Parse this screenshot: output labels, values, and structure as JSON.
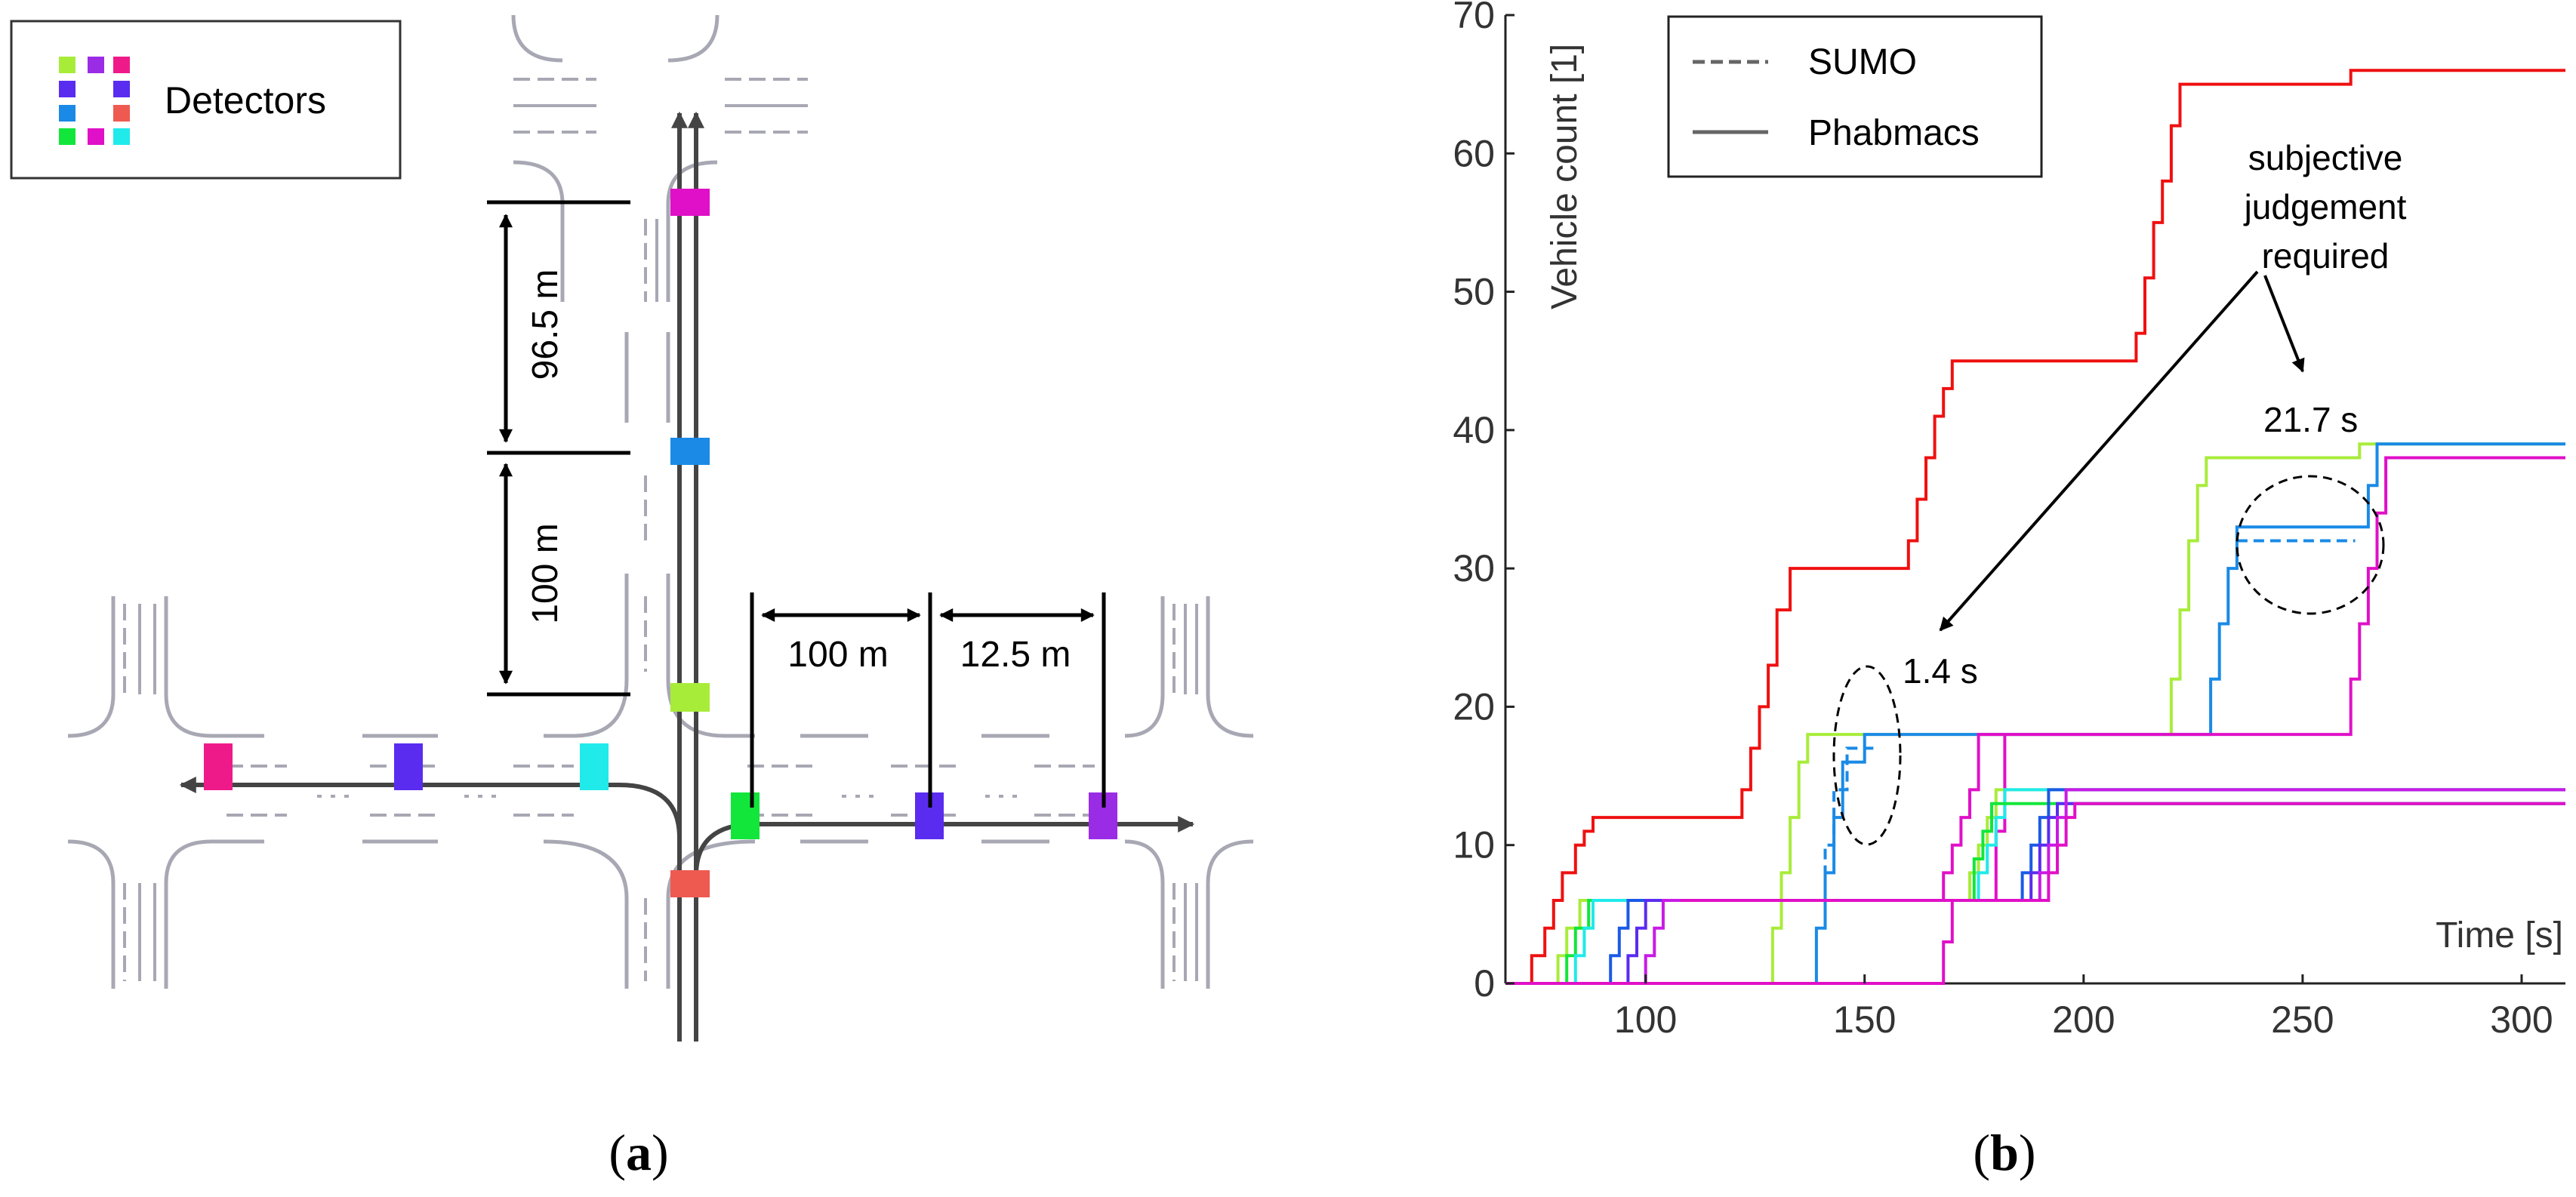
{
  "panel_a": {
    "legend": {
      "label": "Detectors"
    },
    "dimensions": {
      "dim1": "96.5 m",
      "dim2": "100 m",
      "dim3": "100 m",
      "dim4": "12.5 m"
    },
    "caption_letter": "a",
    "detector_colors": {
      "magenta": "#e010c8",
      "blue": "#1a8ae6",
      "lime": "#a8ec3a",
      "salmon": "#ef5a50",
      "green": "#12e63a",
      "violet": "#5a2cf0",
      "purple": "#9a2ce6",
      "pink": "#ef1a8a",
      "cyan": "#20eaea"
    }
  },
  "panel_b": {
    "caption_letter": "b",
    "legend": {
      "dashed": "SUMO",
      "solid": "Phabmacs"
    },
    "annotations": {
      "judgement": [
        "subjective",
        "judgement",
        "required"
      ],
      "t1": "1.4 s",
      "t2": "21.7 s"
    }
  },
  "chart_data": {
    "type": "line",
    "xlabel": "Time [s]",
    "ylabel": "Vehicle count [1]",
    "xlim": [
      68,
      310
    ],
    "ylim": [
      0,
      70
    ],
    "x_ticks": [
      100,
      150,
      200,
      250,
      300
    ],
    "y_ticks": [
      0,
      10,
      20,
      30,
      40,
      50,
      60,
      70
    ],
    "series": [
      {
        "color": "#ef1010",
        "points": [
          [
            68,
            0
          ],
          [
            74,
            0
          ],
          [
            74,
            2
          ],
          [
            77,
            2
          ],
          [
            77,
            4
          ],
          [
            79,
            4
          ],
          [
            79,
            6
          ],
          [
            81,
            6
          ],
          [
            81,
            8
          ],
          [
            84,
            8
          ],
          [
            84,
            10
          ],
          [
            86,
            10
          ],
          [
            86,
            11
          ],
          [
            88,
            11
          ],
          [
            88,
            12
          ],
          [
            122,
            12
          ],
          [
            122,
            14
          ],
          [
            124,
            14
          ],
          [
            124,
            17
          ],
          [
            126,
            17
          ],
          [
            126,
            20
          ],
          [
            128,
            20
          ],
          [
            128,
            23
          ],
          [
            130,
            23
          ],
          [
            130,
            27
          ],
          [
            133,
            27
          ],
          [
            133,
            30
          ],
          [
            160,
            30
          ],
          [
            160,
            32
          ],
          [
            162,
            32
          ],
          [
            162,
            35
          ],
          [
            164,
            35
          ],
          [
            164,
            38
          ],
          [
            166,
            38
          ],
          [
            166,
            41
          ],
          [
            168,
            41
          ],
          [
            168,
            43
          ],
          [
            170,
            43
          ],
          [
            170,
            45
          ],
          [
            212,
            45
          ],
          [
            212,
            47
          ],
          [
            214,
            47
          ],
          [
            214,
            51
          ],
          [
            216,
            51
          ],
          [
            216,
            55
          ],
          [
            218,
            55
          ],
          [
            218,
            58
          ],
          [
            220,
            58
          ],
          [
            220,
            62
          ],
          [
            222,
            62
          ],
          [
            222,
            65
          ],
          [
            261,
            65
          ],
          [
            261,
            66
          ],
          [
            310,
            66
          ]
        ]
      },
      {
        "color": "#a8ec3a",
        "points": [
          [
            68,
            0
          ],
          [
            80,
            0
          ],
          [
            80,
            2
          ],
          [
            82,
            2
          ],
          [
            82,
            4
          ],
          [
            85,
            4
          ],
          [
            85,
            6
          ],
          [
            106,
            6
          ]
        ]
      },
      {
        "color": "#12e63a",
        "points": [
          [
            68,
            0
          ],
          [
            82,
            0
          ],
          [
            82,
            2
          ],
          [
            84,
            2
          ],
          [
            84,
            4
          ],
          [
            87,
            4
          ],
          [
            87,
            6
          ],
          [
            107,
            6
          ]
        ]
      },
      {
        "color": "#20eaea",
        "points": [
          [
            68,
            0
          ],
          [
            84,
            0
          ],
          [
            84,
            2
          ],
          [
            86,
            2
          ],
          [
            86,
            4
          ],
          [
            88,
            4
          ],
          [
            88,
            6
          ],
          [
            108,
            6
          ]
        ]
      },
      {
        "color": "#1a5ae6",
        "points": [
          [
            68,
            0
          ],
          [
            92,
            0
          ],
          [
            92,
            2
          ],
          [
            94,
            2
          ],
          [
            94,
            4
          ],
          [
            96,
            4
          ],
          [
            96,
            6
          ],
          [
            108,
            6
          ]
        ]
      },
      {
        "color": "#5a2cf0",
        "points": [
          [
            68,
            0
          ],
          [
            96,
            0
          ],
          [
            96,
            2
          ],
          [
            98,
            2
          ],
          [
            98,
            4
          ],
          [
            100,
            4
          ],
          [
            100,
            6
          ],
          [
            108,
            6
          ]
        ]
      },
      {
        "color": "#c81ae6",
        "points": [
          [
            68,
            0
          ],
          [
            100,
            0
          ],
          [
            100,
            2
          ],
          [
            102,
            2
          ],
          [
            102,
            4
          ],
          [
            104,
            4
          ],
          [
            104,
            6
          ],
          [
            108,
            6
          ]
        ]
      },
      {
        "color": "#a8ec3a",
        "points": [
          [
            126,
            0
          ],
          [
            129,
            0
          ],
          [
            129,
            4
          ],
          [
            131,
            4
          ],
          [
            131,
            8
          ],
          [
            133,
            8
          ],
          [
            133,
            12
          ],
          [
            135,
            12
          ],
          [
            135,
            16
          ],
          [
            137,
            16
          ],
          [
            137,
            18
          ],
          [
            220,
            18
          ],
          [
            220,
            22
          ],
          [
            222,
            22
          ],
          [
            222,
            27
          ],
          [
            224,
            27
          ],
          [
            224,
            32
          ],
          [
            226,
            32
          ],
          [
            226,
            36
          ],
          [
            228,
            36
          ],
          [
            228,
            38
          ],
          [
            263,
            38
          ],
          [
            263,
            39
          ],
          [
            310,
            39
          ]
        ]
      },
      {
        "color": "#1a8ae6",
        "points": [
          [
            137,
            0
          ],
          [
            139,
            0
          ],
          [
            139,
            4
          ],
          [
            141,
            4
          ],
          [
            141,
            8
          ],
          [
            143,
            8
          ],
          [
            143,
            12
          ],
          [
            145,
            12
          ],
          [
            145,
            16
          ],
          [
            150,
            16
          ],
          [
            150,
            18
          ],
          [
            229,
            18
          ],
          [
            229,
            22
          ],
          [
            231,
            22
          ],
          [
            231,
            26
          ],
          [
            233,
            26
          ],
          [
            233,
            30
          ],
          [
            235,
            30
          ],
          [
            235,
            33
          ],
          [
            265,
            33
          ],
          [
            265,
            36
          ],
          [
            267,
            36
          ],
          [
            267,
            39
          ],
          [
            310,
            39
          ]
        ]
      },
      {
        "color": "#1a8ae6",
        "dashed": true,
        "points": [
          [
            139,
            6
          ],
          [
            141,
            6
          ],
          [
            141,
            10
          ],
          [
            143,
            10
          ],
          [
            143,
            14
          ],
          [
            146,
            14
          ],
          [
            146,
            17
          ],
          [
            152,
            17
          ]
        ]
      },
      {
        "color": "#1a8ae6",
        "dashed": true,
        "points": [
          [
            235,
            32
          ],
          [
            262,
            32
          ]
        ]
      },
      {
        "color": "#e010c8",
        "points": [
          [
            108,
            6
          ],
          [
            168,
            6
          ],
          [
            168,
            8
          ],
          [
            170,
            8
          ],
          [
            170,
            10
          ],
          [
            172,
            10
          ],
          [
            172,
            12
          ],
          [
            174,
            12
          ],
          [
            174,
            14
          ],
          [
            176,
            14
          ],
          [
            176,
            18
          ],
          [
            261,
            18
          ],
          [
            261,
            22
          ],
          [
            263,
            22
          ],
          [
            263,
            26
          ],
          [
            265,
            26
          ],
          [
            265,
            30
          ],
          [
            267,
            30
          ],
          [
            267,
            34
          ],
          [
            269,
            34
          ],
          [
            269,
            38
          ],
          [
            310,
            38
          ]
        ]
      },
      {
        "color": "#e010c8",
        "points": [
          [
            68,
            0
          ],
          [
            168,
            0
          ],
          [
            168,
            3
          ],
          [
            170,
            3
          ],
          [
            170,
            6
          ],
          [
            180,
            6
          ],
          [
            180,
            11
          ],
          [
            182,
            11
          ],
          [
            182,
            18
          ]
        ]
      },
      {
        "color": "#a8ec3a",
        "points": [
          [
            108,
            6
          ],
          [
            174,
            6
          ],
          [
            174,
            8
          ],
          [
            176,
            8
          ],
          [
            176,
            10
          ],
          [
            178,
            10
          ],
          [
            178,
            12
          ],
          [
            180,
            12
          ],
          [
            180,
            14
          ],
          [
            310,
            14
          ]
        ]
      },
      {
        "color": "#20eaea",
        "points": [
          [
            108,
            6
          ],
          [
            176,
            6
          ],
          [
            176,
            8
          ],
          [
            178,
            8
          ],
          [
            178,
            10
          ],
          [
            180,
            10
          ],
          [
            180,
            12
          ],
          [
            182,
            12
          ],
          [
            182,
            14
          ],
          [
            310,
            14
          ]
        ]
      },
      {
        "color": "#12e63a",
        "points": [
          [
            108,
            6
          ],
          [
            175,
            6
          ],
          [
            175,
            9
          ],
          [
            177,
            9
          ],
          [
            177,
            11
          ],
          [
            179,
            11
          ],
          [
            179,
            13
          ],
          [
            310,
            13
          ]
        ]
      },
      {
        "color": "#1a5ae6",
        "points": [
          [
            108,
            6
          ],
          [
            186,
            6
          ],
          [
            186,
            8
          ],
          [
            188,
            8
          ],
          [
            188,
            10
          ],
          [
            190,
            10
          ],
          [
            190,
            12
          ],
          [
            192,
            12
          ],
          [
            192,
            14
          ],
          [
            310,
            14
          ]
        ]
      },
      {
        "color": "#5a2cf0",
        "points": [
          [
            108,
            6
          ],
          [
            188,
            6
          ],
          [
            188,
            8
          ],
          [
            190,
            8
          ],
          [
            190,
            10
          ],
          [
            192,
            10
          ],
          [
            192,
            12
          ],
          [
            194,
            12
          ],
          [
            194,
            13
          ],
          [
            310,
            13
          ]
        ]
      },
      {
        "color": "#c81ae6",
        "points": [
          [
            108,
            6
          ],
          [
            190,
            6
          ],
          [
            190,
            8
          ],
          [
            192,
            8
          ],
          [
            192,
            10
          ],
          [
            194,
            10
          ],
          [
            194,
            12
          ],
          [
            196,
            12
          ],
          [
            196,
            14
          ],
          [
            310,
            14
          ]
        ]
      },
      {
        "color": "#e010c8",
        "points": [
          [
            108,
            6
          ],
          [
            192,
            6
          ],
          [
            192,
            8
          ],
          [
            194,
            8
          ],
          [
            194,
            10
          ],
          [
            196,
            10
          ],
          [
            196,
            12
          ],
          [
            198,
            12
          ],
          [
            198,
            13
          ],
          [
            310,
            13
          ]
        ]
      }
    ]
  }
}
